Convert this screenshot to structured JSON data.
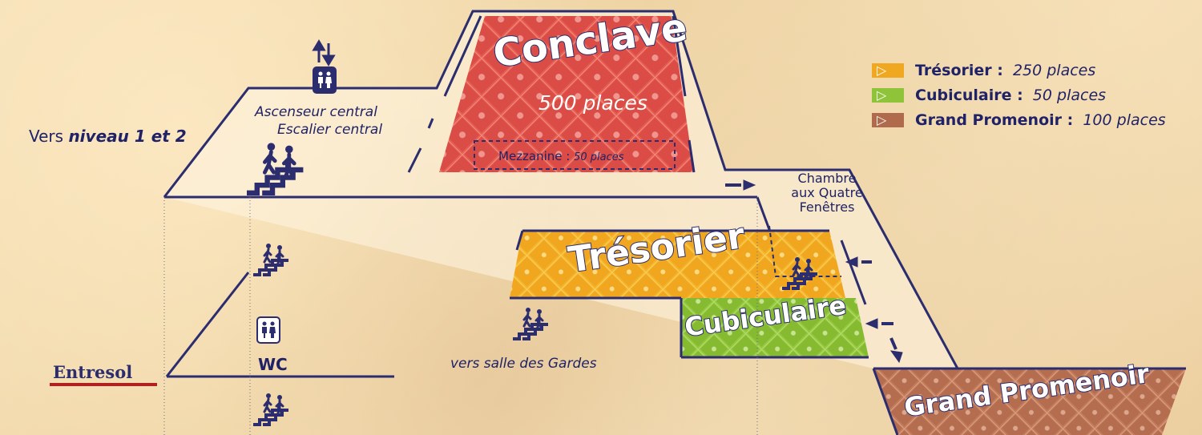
{
  "rooms": {
    "conclave": {
      "name": "Conclave",
      "capacity": "500 places"
    },
    "mezzanine": {
      "label": "Mezzanine : ",
      "capacity": "50 places"
    },
    "tresorier": {
      "name": "Trésorier"
    },
    "cubiculaire": {
      "name": "Cubiculaire"
    },
    "grand_promenoir": {
      "name": "Grand Promenoir"
    }
  },
  "labels": {
    "ascenseur": "Ascenseur central",
    "escalier": "Escalier central",
    "vers_prefix": "Vers ",
    "vers_niveau": "niveau 1 et 2",
    "chambre": "Chambre",
    "chambre_2": "aux Quatre",
    "chambre_3": "Fenêtres",
    "wc": "WC",
    "vers_gardes": "vers salle des Gardes",
    "entresol": "Entresol"
  },
  "legend": [
    {
      "name": "Trésorier :",
      "capacity": "250 places",
      "color": "#f0a820"
    },
    {
      "name": "Cubiculaire :",
      "capacity": "50 places",
      "color": "#8fc43a"
    },
    {
      "name": "Grand Promenoir :",
      "capacity": "100 places",
      "color": "#b06a4c"
    }
  ],
  "colors": {
    "ink": "#2b2d6e",
    "conclave": "#e3524a",
    "tresorier": "#f2b127",
    "cubiculaire": "#93c83e",
    "promenoir": "#c07a5a",
    "entresol": "#b32020"
  },
  "icons": [
    "elevator-icon",
    "toilet-icon",
    "stairs-icon",
    "arrow-icon"
  ]
}
